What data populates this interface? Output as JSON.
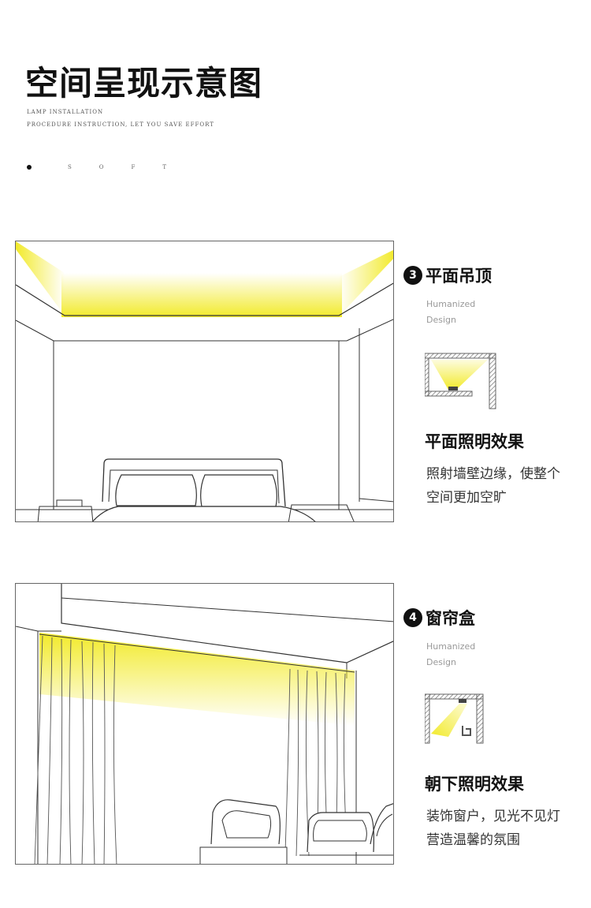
{
  "header": {
    "title": "空间呈现示意图",
    "subtitle_line1": "LAMP INSTALLATION",
    "subtitle_line2": "PROCEDURE INSTRUCTION, LET YOU SAVE EFFORT",
    "soft_letters": [
      "S",
      "O",
      "F",
      "T"
    ]
  },
  "sections": [
    {
      "number": "3",
      "name": "平面吊顶",
      "tag_line1": "Humanized",
      "tag_line2": "Design",
      "effect_title": "平面照明效果",
      "desc_line1": "照射墙壁边缘，使整个",
      "desc_line2": "空间更加空旷"
    },
    {
      "number": "4",
      "name": "窗帘盒",
      "tag_line1": "Humanized",
      "tag_line2": "Design",
      "effect_title": "朝下照明效果",
      "desc_line1": "装饰窗户，见光不见灯",
      "desc_line2": "营造温馨的氛围"
    }
  ],
  "colors": {
    "light_yellow": "#f2ea2a",
    "line": "#333333",
    "wall_hatch": "#777777"
  }
}
